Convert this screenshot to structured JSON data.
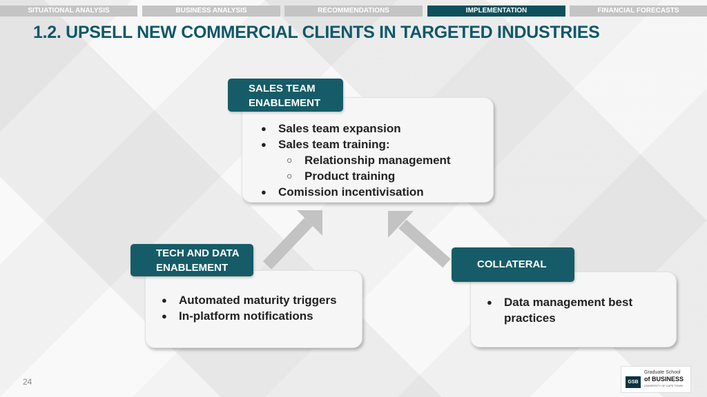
{
  "nav": {
    "tabs": [
      {
        "label": "SITUATIONAL ANALYSIS",
        "active": false
      },
      {
        "label": "BUSINESS ANALYSIS",
        "active": false
      },
      {
        "label": "RECOMMENDATIONS",
        "active": false
      },
      {
        "label": "IMPLEMENTATION",
        "active": true
      },
      {
        "label": "FINANCIAL FORECASTS",
        "active": false
      }
    ]
  },
  "title": "1.2. UPSELL NEW COMMERCIAL CLIENTS IN TARGETED INDUSTRIES",
  "sales": {
    "label_line1": "SALES TEAM",
    "label_line2": "ENABLEMENT",
    "items": [
      "Sales team expansion",
      "Sales team training:",
      "Relationship management",
      "Product training",
      "Comission incentivisation"
    ]
  },
  "tech": {
    "label_line1": "TECH AND DATA",
    "label_line2": "ENABLEMENT",
    "items": [
      "Automated maturity triggers",
      "In-platform notifications"
    ]
  },
  "collateral": {
    "label": "COLLATERAL",
    "item_line1": "Data management best",
    "item_line2": "practices"
  },
  "page_number": "24",
  "logo": {
    "mark": "GSB",
    "line1": "Graduate School",
    "line2": "of BUSINESS",
    "line3": "UNIVERSITY OF CAPE TOWN"
  },
  "colors": {
    "accent": "#0f5869",
    "label_bg": "#165c68",
    "tab_inactive": "#c4c4c4",
    "tab_active": "#0e4f5c"
  }
}
